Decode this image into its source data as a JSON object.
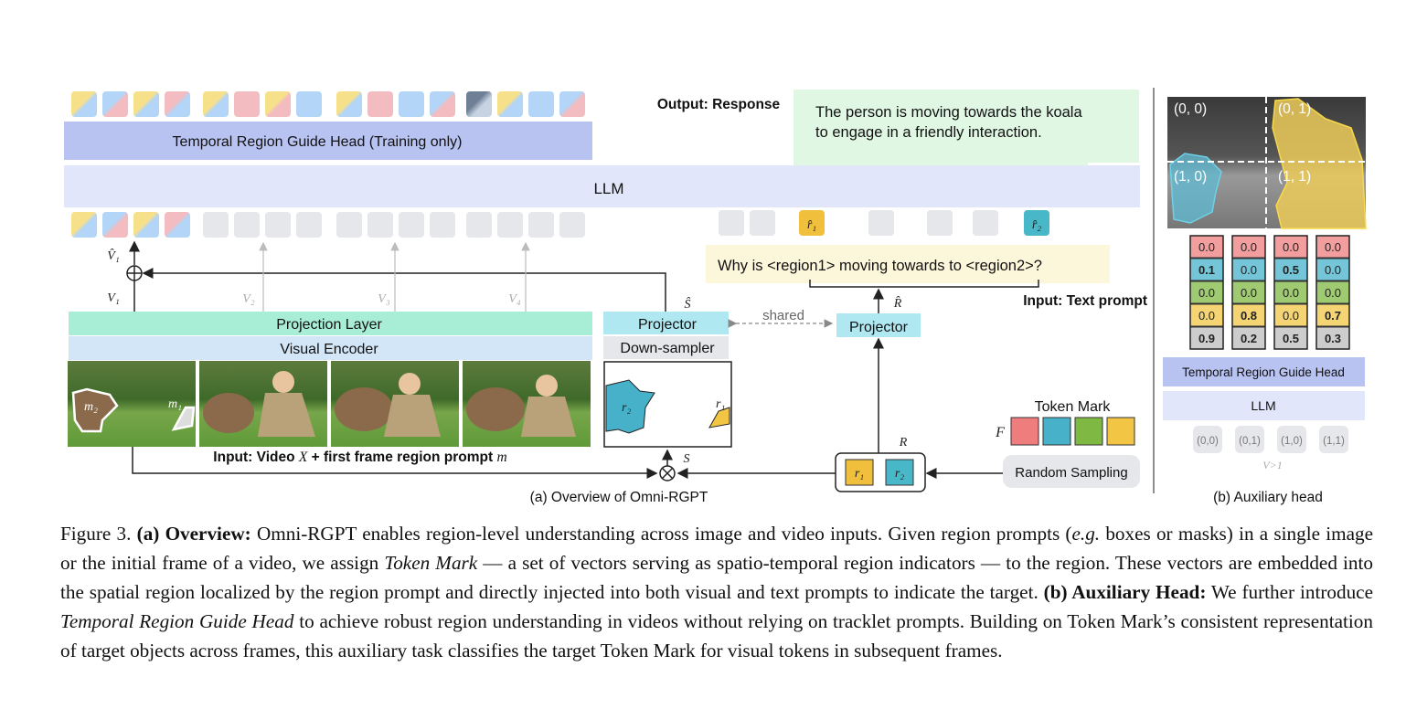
{
  "colors": {
    "yellow": "#f7e08a",
    "blue": "#b3d5f7",
    "pink": "#f3bcc0",
    "dark": "#7b8a9e",
    "gray_token": "#e6e7ea",
    "head_bar": "#b9c3f1",
    "llm_bar": "#e1e6fb",
    "projection": "#a8eed6",
    "encoder": "#d3e6f8",
    "projector": "#b0e8f2",
    "text_prompt": "#fcf6da",
    "response": "#dff7e3",
    "mark_red": "#ef7d7d",
    "mark_teal": "#46b1c9",
    "mark_green": "#7fb843",
    "mark_yellow": "#f2c544",
    "region_token": "#f0bf3b",
    "region_token2": "#48b7c8"
  },
  "figure": {
    "head_label": "Temporal Region Guide Head (Training only)",
    "llm_label": "LLM",
    "output_label": "Output: Response",
    "response_text": [
      "The person is moving towards the koala",
      "to engage in a friendly interaction."
    ],
    "prompt_text": "Why is <region1> moving towards to <region2>?",
    "input_text_label": "Input: Text prompt",
    "projection_label": "Projection Layer",
    "encoder_label": "Visual Encoder",
    "projector_label": "Projector",
    "projector2_label": "Projector",
    "downsampler_label": "Down-sampler",
    "shared_label": "shared",
    "token_mark_label": "Token Mark",
    "random_sampling_label": "Random Sampling",
    "video_input_label": "Input: Video X + first frame region prompt m",
    "video_input_parts": [
      "Input: Video",
      "X",
      "+ first frame region prompt",
      "m"
    ],
    "caption_a": "(a) Overview of Omni-RGPT",
    "caption_b": "(b) Auxiliary head",
    "symbols": {
      "v1hat": "V̂₁",
      "v1": "V₁",
      "v2": "V₂",
      "v3": "V₃",
      "v4": "V₄",
      "shat": "Ŝ",
      "rhat": "R̂",
      "s": "S",
      "r": "R",
      "f": "F",
      "r1": "r₁",
      "r2": "r₂",
      "r1hat": "r̂₁",
      "r2hat": "r̂₂",
      "m1": "m₁",
      "m2": "m₂",
      "vgt1": "V>1"
    },
    "aux": {
      "quadrants": [
        "(0, 0)",
        "(0, 1)",
        "(1, 0)",
        "(1, 1)"
      ],
      "table": [
        [
          "0.0",
          "0.0",
          "0.0",
          "0.0"
        ],
        [
          "0.1",
          "0.0",
          "0.5",
          "0.0"
        ],
        [
          "0.0",
          "0.0",
          "0.0",
          "0.0"
        ],
        [
          "0.0",
          "0.8",
          "0.0",
          "0.7"
        ],
        [
          "0.9",
          "0.2",
          "0.5",
          "0.3"
        ]
      ],
      "head_label": "Temporal Region Guide Head",
      "llm_label": "LLM",
      "tokens": [
        "(0,0)",
        "(0,1)",
        "(1,0)",
        "(1,1)"
      ]
    }
  },
  "caption": {
    "prefix": "Figure 3. ",
    "a_title": "(a) Overview:",
    "a_text_1": " Omni-RGPT enables region-level understanding across image and video inputs. Given region prompts (",
    "eg": "e.g.",
    "a_text_2": " boxes or masks) in a single image or the initial frame of a video, we assign ",
    "token_mark": "Token Mark",
    "a_text_3": " — a set of vectors serving as spatio-temporal region indicators — to the region. These vectors are embedded into the spatial region localized by the region prompt and directly injected into both visual and text prompts to indicate the target. ",
    "b_title": "(b) Auxiliary Head:",
    "b_text_1": " We further introduce ",
    "trgh": "Temporal Region Guide Head",
    "b_text_2": " to achieve robust region understanding in videos without relying on tracklet prompts. Building on Token Mark’s consistent representation of target objects across frames, this auxiliary task classifies the target Token Mark for visual tokens in subsequent frames."
  }
}
